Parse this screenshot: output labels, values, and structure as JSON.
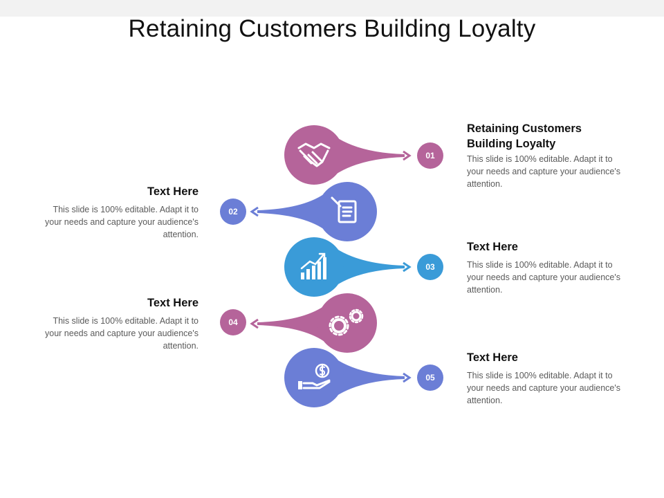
{
  "slide": {
    "title": "Retaining Customers Building Loyalty"
  },
  "colors": {
    "mauve": "#b5649a",
    "periwinkle": "#6b7ed6",
    "sky": "#3a9bd8"
  },
  "steps": [
    {
      "number": "01",
      "heading": "Retaining Customers Building Loyalty",
      "body": "This slide is 100% editable. Adapt it to your needs and capture your audience's attention.",
      "icon": "handshake-icon",
      "color": "#b5649a",
      "side": "right"
    },
    {
      "number": "02",
      "heading": "Text Here",
      "body": "This slide is 100% editable. Adapt it to your needs and capture your audience's attention.",
      "icon": "notepad-icon",
      "color": "#6b7ed6",
      "side": "left"
    },
    {
      "number": "03",
      "heading": "Text Here",
      "body": "This slide is 100% editable. Adapt it to your needs and capture your audience's attention.",
      "icon": "growth-chart-icon",
      "color": "#3a9bd8",
      "side": "right"
    },
    {
      "number": "04",
      "heading": "Text Here",
      "body": "This slide is 100% editable. Adapt it to your needs and capture your audience's attention.",
      "icon": "gears-icon",
      "color": "#b5649a",
      "side": "left"
    },
    {
      "number": "05",
      "heading": "Text Here",
      "body": "This slide is 100% editable. Adapt it to your needs and capture your audience's attention.",
      "icon": "money-hand-icon",
      "color": "#6b7ed6",
      "side": "right"
    }
  ]
}
